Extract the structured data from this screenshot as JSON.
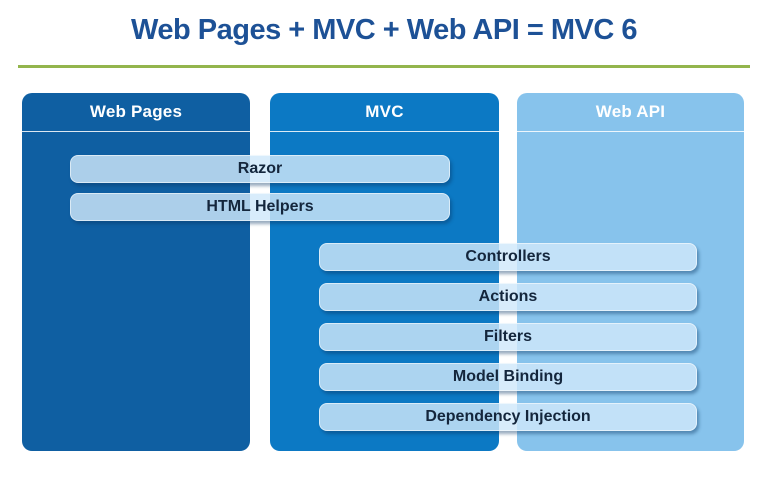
{
  "title": "Web Pages + MVC + Web API = MVC 6",
  "palette": {
    "title_text": "#1d5196",
    "divider_green": "#93b54d",
    "web_pages_bg": "#0f5fa2",
    "mvc_bg": "#0c79c4",
    "web_api_bg": "#87c3ec",
    "pill_bg": "#d0e8fa",
    "pill_text": "#14263c",
    "header_text": "#ffffff"
  },
  "columns": [
    {
      "label": "Web Pages"
    },
    {
      "label": "MVC"
    },
    {
      "label": "Web API"
    }
  ],
  "shared_features": {
    "web_pages_and_mvc": [
      {
        "label": "Razor"
      },
      {
        "label": "HTML Helpers"
      }
    ],
    "mvc_and_web_api": [
      {
        "label": "Controllers"
      },
      {
        "label": "Actions"
      },
      {
        "label": "Filters"
      },
      {
        "label": "Model Binding"
      },
      {
        "label": "Dependency Injection"
      }
    ]
  }
}
